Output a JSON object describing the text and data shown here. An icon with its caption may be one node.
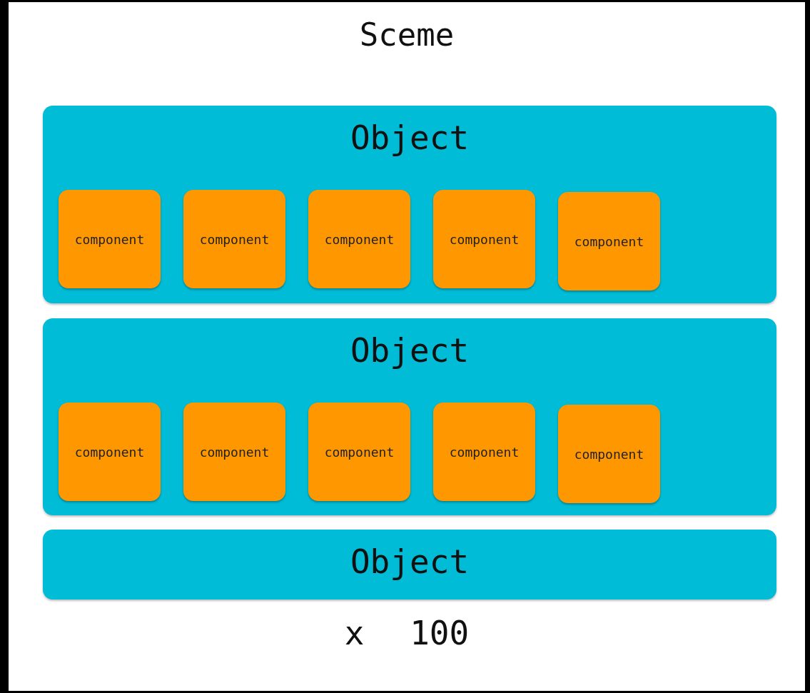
{
  "diagram": {
    "title": "Sceme",
    "nodes": [
      {
        "text": [
          "Object"
        ]
      },
      {
        "text": [
          "component"
        ],
        "in": 0
      },
      {
        "text": [
          "component"
        ],
        "in": 0
      },
      {
        "text": [
          "component"
        ],
        "in": 0
      },
      {
        "text": [
          "component"
        ],
        "in": 0
      },
      {
        "text": [
          "component"
        ],
        "in": 0
      },
      {
        "text": [
          "Object"
        ]
      },
      {
        "text": [
          "component"
        ],
        "in": 6
      },
      {
        "text": [
          "component"
        ],
        "in": 6
      },
      {
        "text": [
          "component"
        ],
        "in": 6
      },
      {
        "text": [
          "component"
        ],
        "in": 6
      },
      {
        "text": [
          "component"
        ],
        "in": 6
      },
      {
        "text": [
          "Object"
        ]
      }
    ],
    "edges": [],
    "labels": [
      "x 100"
    ]
  }
}
